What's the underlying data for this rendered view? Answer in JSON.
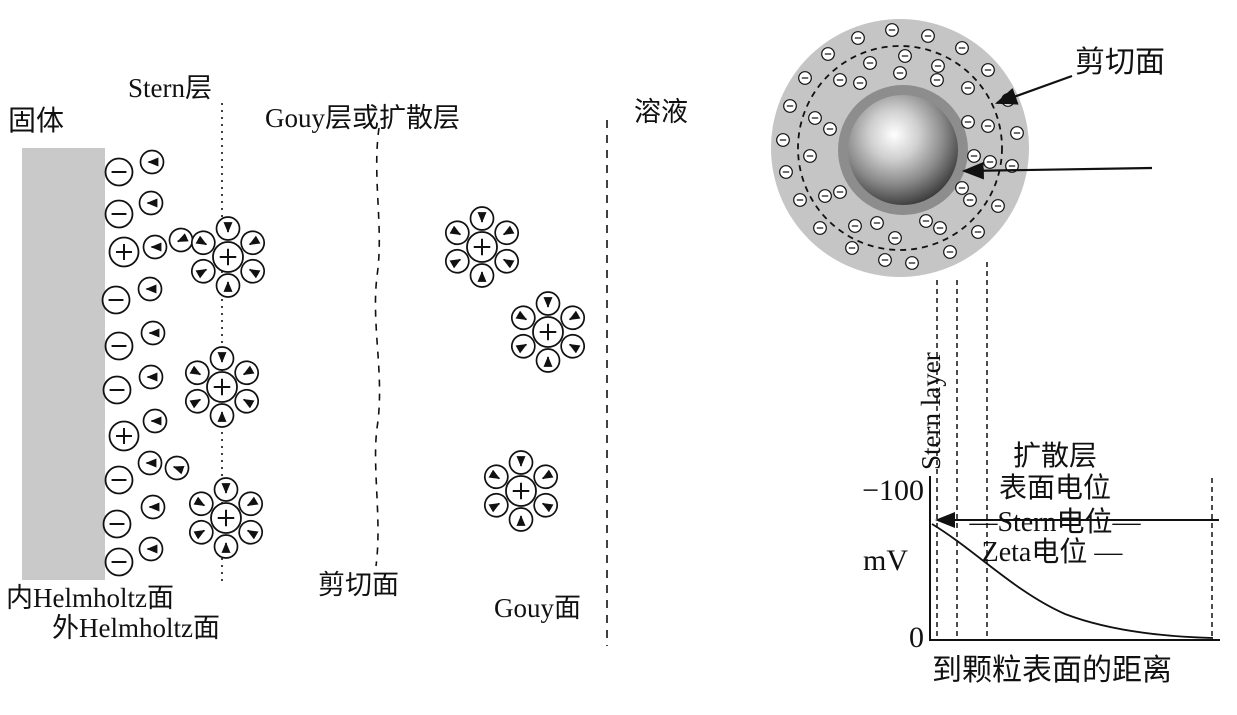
{
  "colors": {
    "solid_bar": "#c9c9c9",
    "cloud": "#c5c5c5",
    "particle_halo": "#8d8d8d",
    "ink": "#111111"
  },
  "left": {
    "labels": {
      "solid": "固体",
      "stern": "Stern层",
      "gouy": "Gouy层或扩散层",
      "solution": "溶液",
      "inner_helmholtz": "内Helmholtz面",
      "outer_helmholtz": "外Helmholtz面",
      "shear": "剪切面",
      "gouy_plane": "Gouy面"
    },
    "symbols": {
      "cation": "+",
      "anion": "−"
    },
    "surface_anions": [
      [
        119,
        172
      ],
      [
        119,
        214
      ],
      [
        116,
        300
      ],
      [
        119,
        346
      ],
      [
        117,
        390
      ],
      [
        119,
        480
      ],
      [
        117,
        524
      ],
      [
        119,
        562
      ]
    ],
    "surface_cations": [
      [
        124,
        252
      ],
      [
        124,
        436
      ]
    ],
    "surface_dipoles": [
      [
        152,
        162,
        0
      ],
      [
        151,
        203,
        0
      ],
      [
        155,
        247,
        0
      ],
      [
        150,
        289,
        0
      ],
      [
        153,
        333,
        0
      ],
      [
        151,
        377,
        0
      ],
      [
        155,
        421,
        0
      ],
      [
        150,
        463,
        0
      ],
      [
        153,
        507,
        0
      ],
      [
        151,
        549,
        0
      ],
      [
        181,
        240,
        -25
      ],
      [
        177,
        468,
        20
      ]
    ],
    "stern_clusters": [
      [
        228,
        257
      ],
      [
        222,
        387
      ],
      [
        226,
        518
      ]
    ],
    "gouy_clusters": [
      [
        482,
        247
      ],
      [
        548,
        332
      ],
      [
        521,
        491
      ]
    ]
  },
  "right": {
    "shear_label": "剪切面",
    "ion_symbol": "−",
    "cloud_ions": [
      [
        -8,
        -118
      ],
      [
        28,
        -112
      ],
      [
        -42,
        -110
      ],
      [
        62,
        -100
      ],
      [
        -72,
        -94
      ],
      [
        88,
        -78
      ],
      [
        -95,
        -70
      ],
      [
        108,
        -48
      ],
      [
        -110,
        -42
      ],
      [
        117,
        -15
      ],
      [
        -117,
        -8
      ],
      [
        112,
        18
      ],
      [
        -114,
        24
      ],
      [
        98,
        58
      ],
      [
        -100,
        52
      ],
      [
        78,
        84
      ],
      [
        -80,
        80
      ],
      [
        50,
        104
      ],
      [
        -48,
        100
      ],
      [
        12,
        115
      ],
      [
        -15,
        112
      ],
      [
        5,
        -92
      ],
      [
        -30,
        -85
      ],
      [
        38,
        -82
      ],
      [
        -60,
        -68
      ],
      [
        68,
        -60
      ],
      [
        -85,
        -30
      ],
      [
        88,
        -22
      ],
      [
        -90,
        8
      ],
      [
        90,
        14
      ],
      [
        -75,
        48
      ],
      [
        70,
        52
      ],
      [
        -45,
        78
      ],
      [
        40,
        80
      ],
      [
        -5,
        90
      ],
      [
        0,
        -75
      ],
      [
        37,
        -68
      ],
      [
        -40,
        -65
      ],
      [
        68,
        -26
      ],
      [
        -70,
        -19
      ],
      [
        62,
        40
      ],
      [
        -60,
        44
      ],
      [
        26,
        73
      ],
      [
        -23,
        75
      ],
      [
        74,
        8
      ]
    ],
    "graph": {
      "y_max": "−100",
      "y_unit": "mV",
      "y_min": "0",
      "x_label": "到颗粒表面的距离",
      "stern_layer": "Stern layer",
      "diffuse_layer": "扩散层",
      "surface_potential": "表面电位",
      "stern_potential": "—Stern电位—",
      "zeta_potential": "Zeta电位 —"
    }
  }
}
